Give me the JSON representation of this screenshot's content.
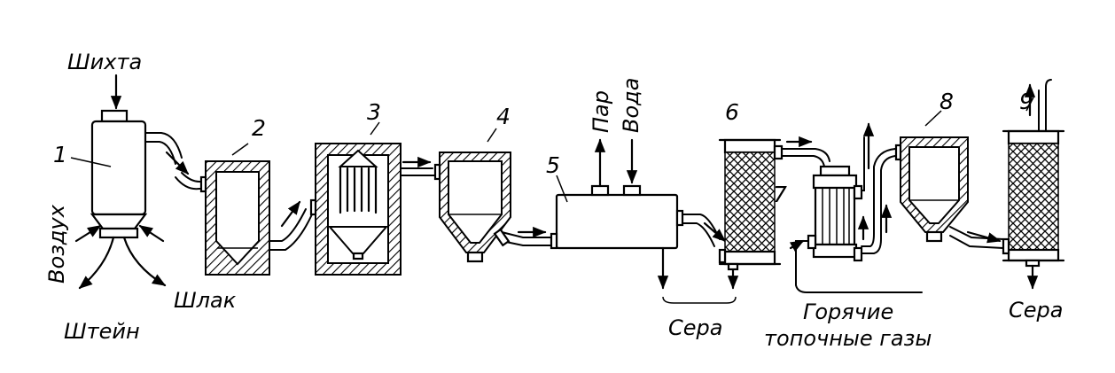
{
  "diagram": {
    "units": {
      "u1": "1",
      "u2": "2",
      "u3": "3",
      "u4": "4",
      "u5": "5",
      "u6": "6",
      "u7": "7",
      "u8": "8",
      "u9": "9"
    },
    "streams": {
      "charge": "Шихта",
      "air": "Воздух",
      "matte": "Штейн",
      "slag": "Шлак",
      "steam": "Пар",
      "water": "Вода",
      "sulfur_1": "Сера",
      "hot_gases_1": "Горячие",
      "hot_gases_2": "топочные газы",
      "sulfur_2": "Сера"
    }
  }
}
